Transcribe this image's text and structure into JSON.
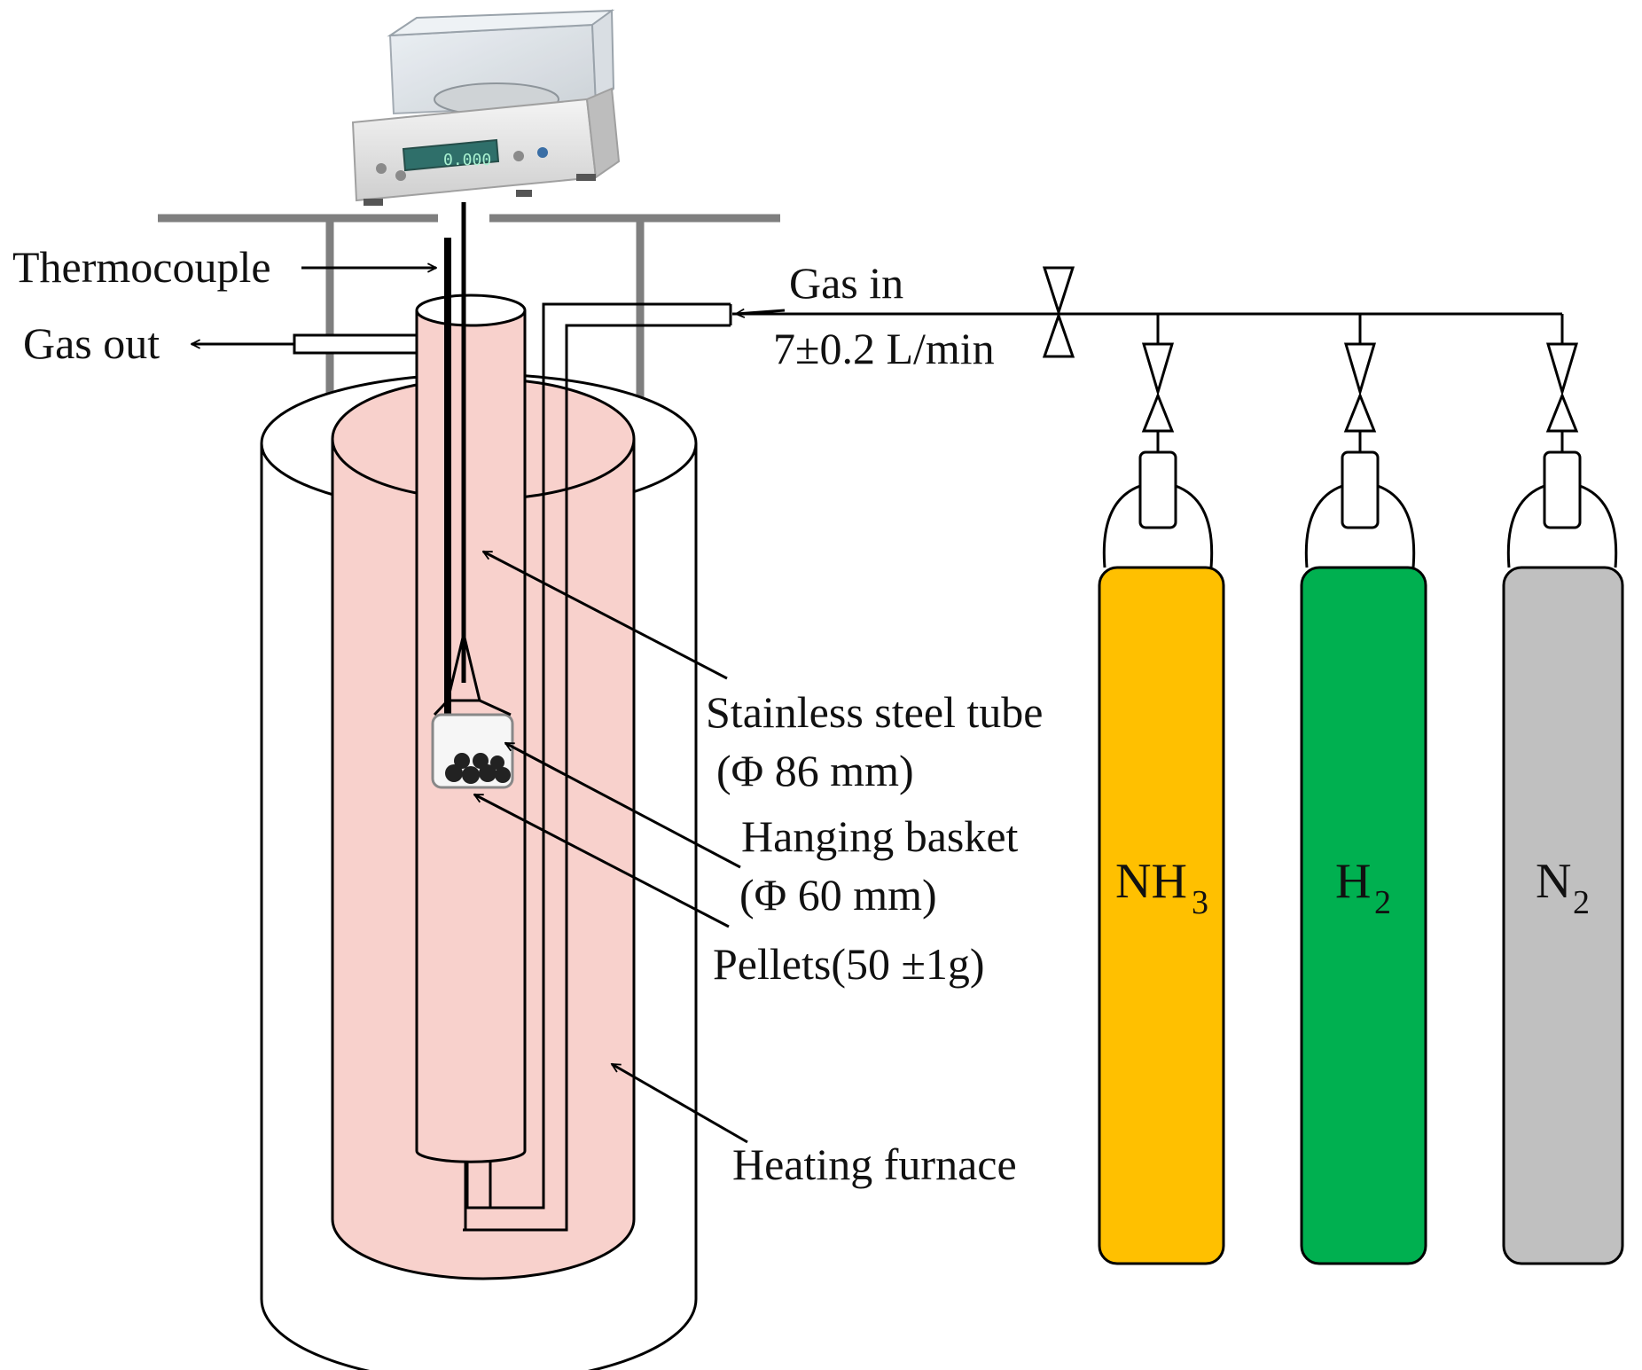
{
  "labels": {
    "thermocouple": "Thermocouple",
    "gas_out": "Gas out",
    "gas_in": "Gas in",
    "flow_rate": "7±0.2 L/min",
    "tube_name": "Stainless steel tube",
    "tube_dim": "(Φ 86 mm)",
    "basket_name": "Hanging basket",
    "basket_dim": "(Φ 60 mm)",
    "pellets": "Pellets(50 ±1g)",
    "furnace": "Heating furnace"
  },
  "cylinders": [
    {
      "base": "NH",
      "subscript": "3",
      "color": "#FFC000"
    },
    {
      "base": "H",
      "subscript": "2",
      "color": "#00B050"
    },
    {
      "base": "N",
      "subscript": "2",
      "color": "#C0C0C0"
    }
  ],
  "balance": {
    "display": "0.000"
  },
  "colors": {
    "furnace_interior": "#F8D1CC",
    "frame": "#7F7F7F",
    "line": "#000000"
  }
}
